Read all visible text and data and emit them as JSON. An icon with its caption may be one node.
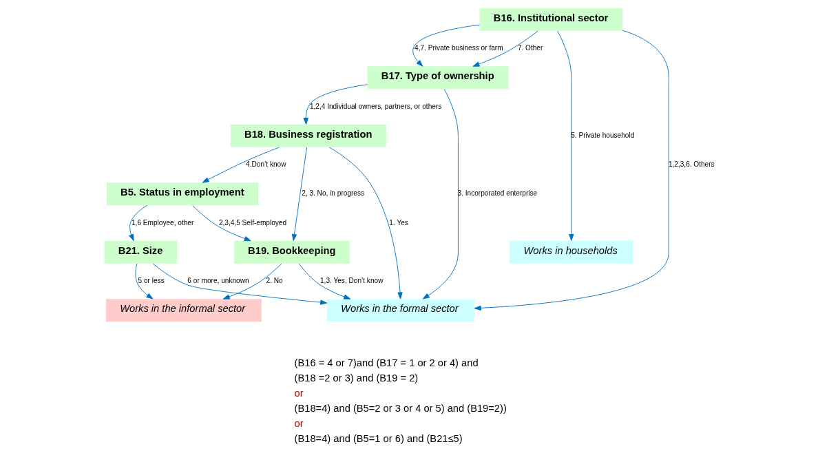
{
  "diagram": {
    "nodes": [
      {
        "text": [
          "B16. Institutional sector"
        ]
      },
      {
        "text": [
          "B17. Type of ownership"
        ]
      },
      {
        "text": [
          "B18. Business registration"
        ]
      },
      {
        "text": [
          "B5. Status in employment"
        ]
      },
      {
        "text": [
          "Works in households"
        ]
      },
      {
        "text": [
          "B19. Bookkeeping"
        ]
      },
      {
        "text": [
          "B21. Size"
        ]
      },
      {
        "text": [
          "Works in the informal sector"
        ]
      },
      {
        "text": [
          "Works in the formal sector"
        ]
      }
    ],
    "edges": [
      {
        "from": 0,
        "to": 4,
        "arrow": "to",
        "label": "5. Private household"
      },
      {
        "from": 0,
        "to": 8,
        "arrow": "to",
        "label": "1,2,3,6. Others"
      },
      {
        "from": 0,
        "to": 1,
        "arrow": "to",
        "label": "4,7. Private business or farm"
      },
      {
        "from": 0,
        "to": 1,
        "arrow": "to",
        "label": "7. Other"
      },
      {
        "from": 1,
        "to": 8,
        "arrow": "to",
        "label": "3. Incorporated enterprise"
      },
      {
        "from": 1,
        "to": 2,
        "arrow": "to",
        "label": "1,2,4 Individual owners, partners, or others"
      },
      {
        "from": 2,
        "to": 8,
        "arrow": "to",
        "label": "1. Yes"
      },
      {
        "from": 2,
        "to": 5,
        "arrow": "to",
        "label": "2, 3. No, in progress"
      },
      {
        "from": 2,
        "to": 3,
        "arrow": "to",
        "label": "4.Don’t know"
      },
      {
        "from": 3,
        "to": 5,
        "arrow": "to",
        "label": "2,3,4,5 Self-employed"
      },
      {
        "from": 3,
        "to": 6,
        "arrow": "to",
        "label": "1,6 Employee, other"
      },
      {
        "from": 5,
        "to": 8,
        "arrow": "to",
        "label": "1,3. Yes, Don’t know"
      },
      {
        "from": 5,
        "to": 7,
        "arrow": "to",
        "label": "2. No"
      },
      {
        "from": 6,
        "to": 7,
        "arrow": "to",
        "label": "5 or less"
      },
      {
        "from": 6,
        "to": 8,
        "arrow": "to",
        "label": "6 or more, unknown"
      }
    ],
    "labels": [
      "(B16 = 4 or 7)and (B17 = 1 or 2 or 4) and",
      "(B18 =2 or 3) and (B19 = 2)",
      "or",
      "(B18=4) and (B5=2 or 3 or 4 or 5) and (B19=2))",
      "or",
      "(B18=4) and (B5=1 or 6) and (B21≤5)"
    ]
  }
}
